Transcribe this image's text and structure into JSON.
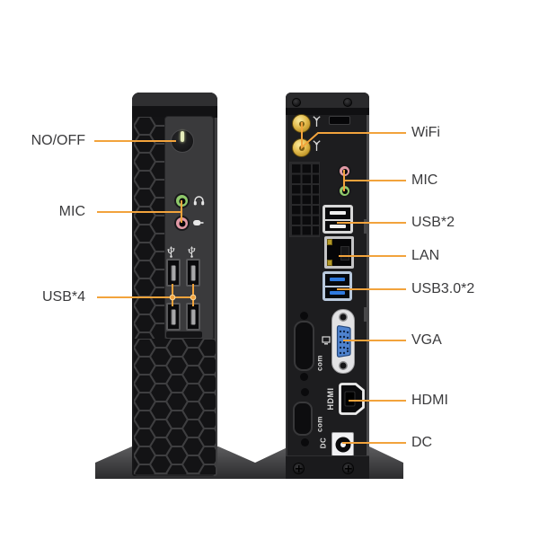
{
  "annotations": {
    "front_view": [
      {
        "label": "NO/OFF"
      },
      {
        "label": "MIC"
      },
      {
        "label": "USB*4"
      }
    ],
    "back_view": [
      {
        "label": "WiFi"
      },
      {
        "label": "MIC"
      },
      {
        "label": "USB*2"
      },
      {
        "label": "LAN"
      },
      {
        "label": "USB3.0*2"
      },
      {
        "label": "VGA"
      },
      {
        "label": "HDMI"
      },
      {
        "label": "DC"
      }
    ]
  },
  "rear_panel_markings": {
    "com_top": "com",
    "hdmi": "HDMI",
    "com_bottom": "com",
    "dc": "DC"
  },
  "colors": {
    "callout_line": "#F2A33C",
    "label_text": "#3B3B3D",
    "antenna_gold": "#E3BC4E",
    "audio_green": "#8FC96B",
    "audio_pink": "#E29AA6",
    "usb3_blue": "#2F7AE0",
    "vga_blue": "#4F83CF",
    "power_led": "#E6EDBC"
  }
}
